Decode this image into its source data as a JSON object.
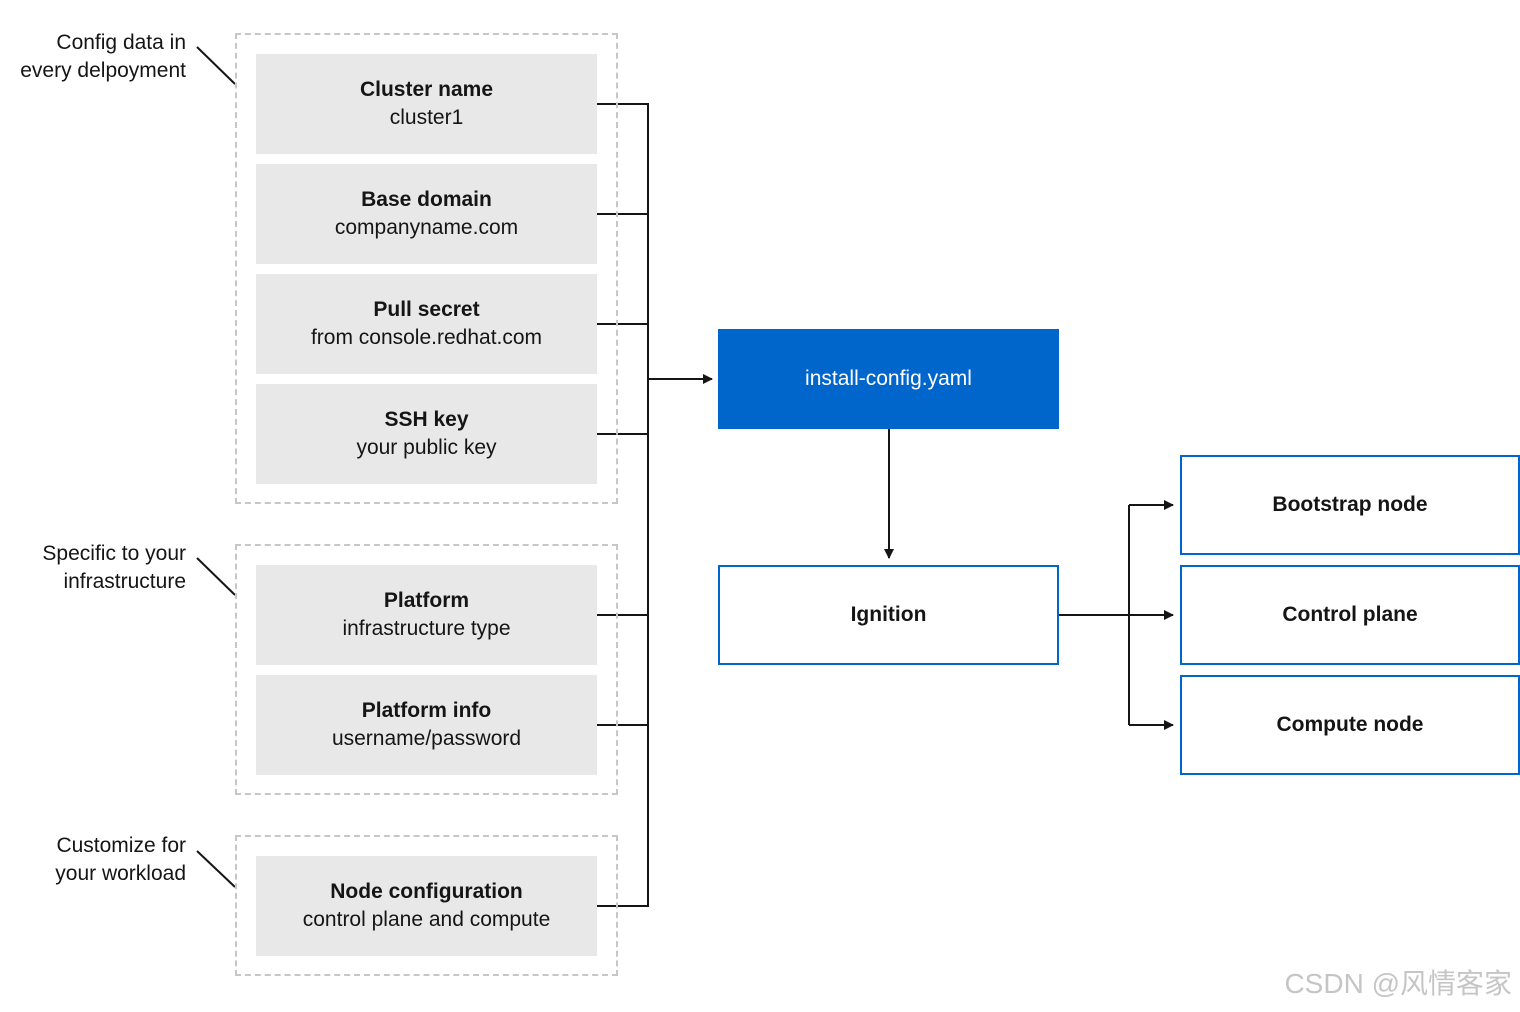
{
  "side_labels": {
    "every_deployment": "Config data in\nevery delpoyment",
    "infrastructure": "Specific to your\ninfrastructure",
    "workload": "Customize for\nyour workload"
  },
  "items": {
    "cluster_name": {
      "title": "Cluster name",
      "value": "cluster1"
    },
    "base_domain": {
      "title": "Base domain",
      "value": "companyname.com"
    },
    "pull_secret": {
      "title": "Pull secret",
      "value": "from console.redhat.com"
    },
    "ssh_key": {
      "title": "SSH key",
      "value": "your public key"
    },
    "platform": {
      "title": "Platform",
      "value": "infrastructure type"
    },
    "platform_info": {
      "title": "Platform info",
      "value": "username/password"
    },
    "node_configuration": {
      "title": "Node configuration",
      "value": "control plane and compute"
    }
  },
  "install_config": "install-config.yaml",
  "ignition": "Ignition",
  "nodes": {
    "bootstrap": "Bootstrap node",
    "control_plane": "Control plane",
    "compute": "Compute node"
  },
  "watermark": "CSDN @风情客家",
  "colors": {
    "accent": "#0066cc",
    "item_fill": "#e8e8e8",
    "dashed_border": "#c7c7c7",
    "line": "#151515"
  }
}
